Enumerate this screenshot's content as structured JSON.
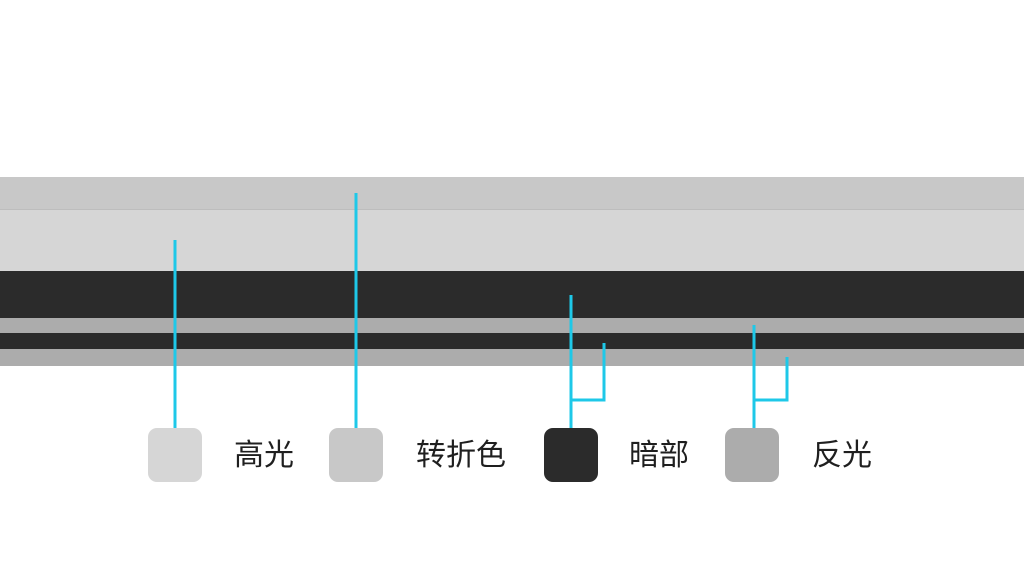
{
  "colors": {
    "highlight": "#d6d6d6",
    "turning": "#c8c8c8",
    "shadow": "#2b2b2b",
    "reflected": "#acacac",
    "leader": "#1ec8e8",
    "separator": "#bdbdbd"
  },
  "legend": [
    {
      "key": "highlight",
      "label": "高光"
    },
    {
      "key": "turning",
      "label": "转折色"
    },
    {
      "key": "shadow",
      "label": "暗部"
    },
    {
      "key": "reflected",
      "label": "反光"
    }
  ]
}
